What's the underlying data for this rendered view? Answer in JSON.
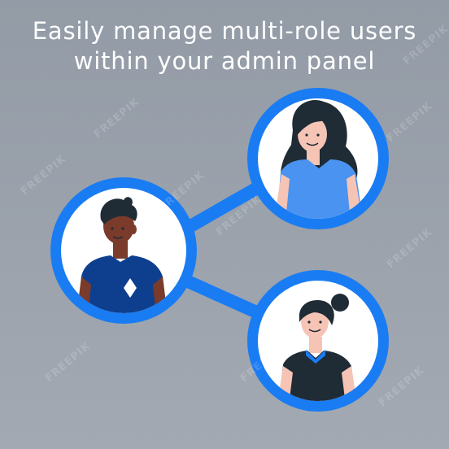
{
  "headline": {
    "line1": "Easily manage multi-role users",
    "line2": "within your admin panel"
  },
  "colors": {
    "accent": "#1a7cf2",
    "background": "#99a0aa",
    "circle_fill": "#ffffff",
    "hair": "#1f2b35",
    "shirt_light_blue": "#4a93f0",
    "shirt_navy": "#0e3f8f",
    "shirt_dark": "#1f2b35",
    "skin_light": "#f6c4b5",
    "skin_dark": "#7a3b2a"
  },
  "users": [
    {
      "role_icon": "woman-long-hair-avatar-icon"
    },
    {
      "role_icon": "man-navy-shirt-avatar-icon"
    },
    {
      "role_icon": "woman-hair-bun-avatar-icon"
    }
  ],
  "watermark_text": "FREEPIK"
}
